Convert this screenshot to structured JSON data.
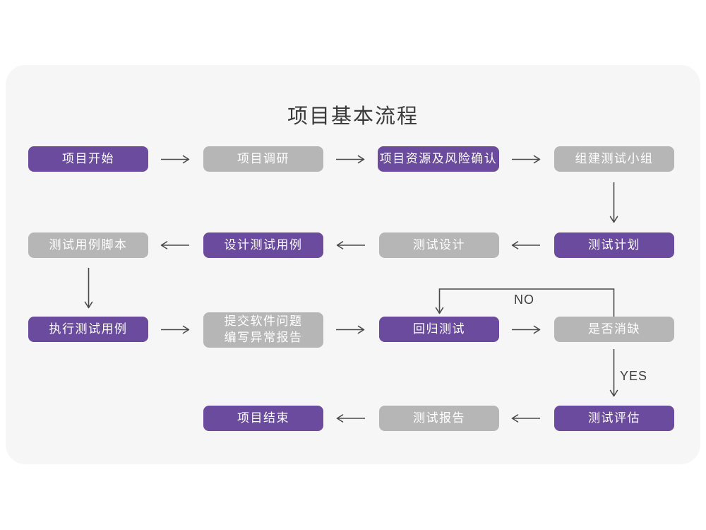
{
  "title": "项目基本流程",
  "labels": {
    "no": "NO",
    "yes": "YES"
  },
  "colors": {
    "node_purple": "#6b4b9e",
    "node_gray": "#b6b6b6",
    "card_background": "#f6f6f7",
    "arrow": "#4a4a4a",
    "title_text": "#3a3a3a",
    "node_text": "#ffffff"
  },
  "nodes": [
    {
      "id": "project-start",
      "label": "项目开始",
      "variant": "purple"
    },
    {
      "id": "project-research",
      "label": "项目调研",
      "variant": "gray"
    },
    {
      "id": "resource-risk-confirm",
      "label": "项目资源及风险确认",
      "variant": "purple"
    },
    {
      "id": "build-test-team",
      "label": "组建测试小组",
      "variant": "gray"
    },
    {
      "id": "test-case-script",
      "label": "测试用例脚本",
      "variant": "gray"
    },
    {
      "id": "design-test-case",
      "label": "设计测试用例",
      "variant": "purple"
    },
    {
      "id": "test-design",
      "label": "测试设计",
      "variant": "gray"
    },
    {
      "id": "test-plan",
      "label": "测试计划",
      "variant": "purple"
    },
    {
      "id": "execute-test-case",
      "label": "执行测试用例",
      "variant": "purple"
    },
    {
      "id": "submit-issue-report",
      "label": "提交软件问题\n编写异常报告",
      "variant": "gray"
    },
    {
      "id": "regression-test",
      "label": "回归测试",
      "variant": "purple"
    },
    {
      "id": "defect-cleared",
      "label": "是否消缺",
      "variant": "gray"
    },
    {
      "id": "project-end",
      "label": "项目结束",
      "variant": "purple"
    },
    {
      "id": "test-report",
      "label": "测试报告",
      "variant": "gray"
    },
    {
      "id": "test-evaluation",
      "label": "测试评估",
      "variant": "purple"
    }
  ],
  "edges": [
    {
      "from": "project-start",
      "to": "project-research"
    },
    {
      "from": "project-research",
      "to": "resource-risk-confirm"
    },
    {
      "from": "resource-risk-confirm",
      "to": "build-test-team"
    },
    {
      "from": "build-test-team",
      "to": "test-plan"
    },
    {
      "from": "test-plan",
      "to": "test-design"
    },
    {
      "from": "test-design",
      "to": "design-test-case"
    },
    {
      "from": "design-test-case",
      "to": "test-case-script"
    },
    {
      "from": "test-case-script",
      "to": "execute-test-case"
    },
    {
      "from": "execute-test-case",
      "to": "submit-issue-report"
    },
    {
      "from": "submit-issue-report",
      "to": "regression-test"
    },
    {
      "from": "regression-test",
      "to": "defect-cleared"
    },
    {
      "from": "defect-cleared",
      "to": "regression-test",
      "label": "NO"
    },
    {
      "from": "defect-cleared",
      "to": "test-evaluation",
      "label": "YES"
    },
    {
      "from": "test-evaluation",
      "to": "test-report"
    },
    {
      "from": "test-report",
      "to": "project-end"
    }
  ]
}
